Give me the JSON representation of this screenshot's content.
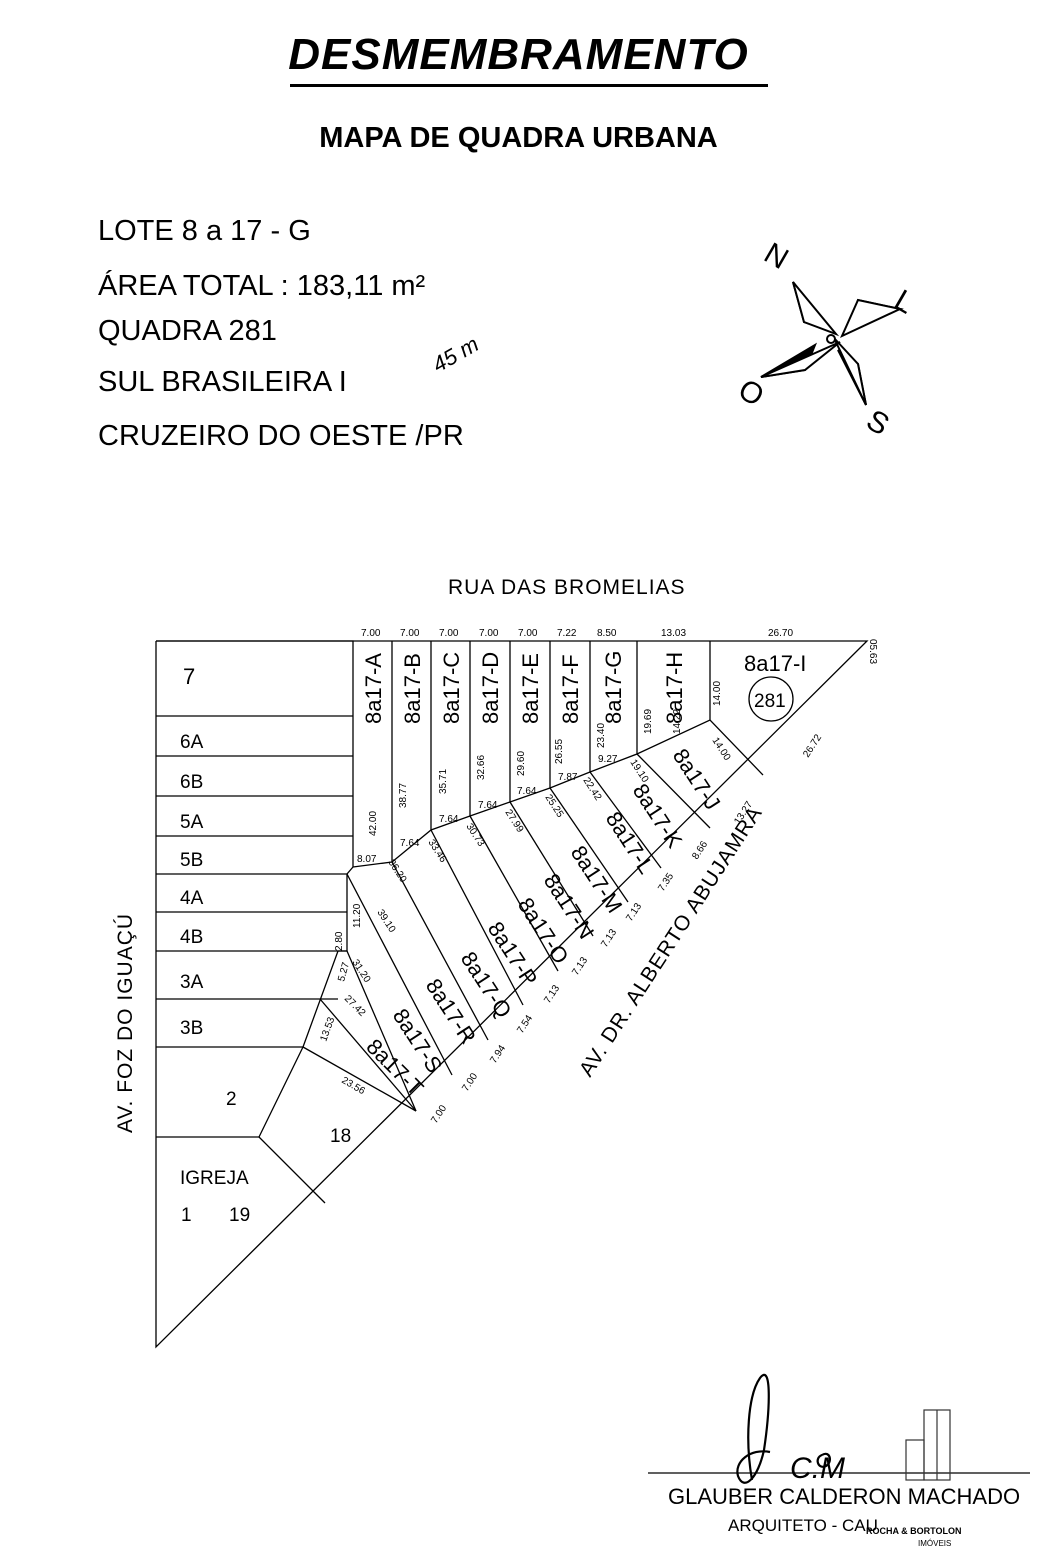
{
  "header": {
    "title": "DESMEMBRAMENTO",
    "subtitle": "MAPA DE QUADRA URBANA"
  },
  "info": {
    "lote": "LOTE  8  a 17 - G",
    "area": "ÁREA TOTAL :  183,11 m²",
    "quadra": "QUADRA 281",
    "bairro": "SUL BRASILEIRA I",
    "cidade": "CRUZEIRO DO OESTE /PR",
    "handwritten_note": "45 m"
  },
  "compass": {
    "n": "N",
    "l": "L",
    "s": "S",
    "o": "O"
  },
  "streets": {
    "top": "RUA DAS BROMELIAS",
    "left": "AV. FOZ DO IGUAÇÚ",
    "diagonal": "AV. DR. ALBERTO ABUJAMRA"
  },
  "left_lots": [
    "7",
    "6A",
    "6B",
    "5A",
    "5B",
    "4A",
    "4B",
    "3A",
    "3B",
    "2",
    "18",
    "IGREJA",
    "1",
    "19"
  ],
  "subdivided_lots": [
    "8a17-A",
    "8a17-B",
    "8a17-C",
    "8a17-D",
    "8a17-E",
    "8a17-F",
    "8a17-G",
    "8a17-H",
    "8a17-I",
    "8a17-J",
    "8a17-K",
    "8a17-L",
    "8a17-M",
    "8a17-N",
    "8a17-O",
    "8a17-P",
    "8a17-Q",
    "8a17-R",
    "8a17-S",
    "8a17-T"
  ],
  "quadra_badge": "281",
  "measurements": {
    "frontage_top": [
      "7.00",
      "7.00",
      "7.00",
      "7.00",
      "7.00",
      "7.22",
      "8.50",
      "13.03",
      "26.70",
      "05.63"
    ],
    "depths": [
      "42.00",
      "38.77",
      "35.71",
      "32.66",
      "29.60",
      "26.55",
      "23.40",
      "19.69",
      "14.00",
      "14.22",
      "14.00",
      "26.72"
    ],
    "rear_widths": [
      "8.07",
      "7.64",
      "7.64",
      "7.64",
      "7.64",
      "7.87",
      "9.27",
      "19.10",
      "22.42",
      "25.25",
      "27.99",
      "30.73",
      "33.46",
      "36.20",
      "39.10",
      "31.20",
      "27.42",
      "23.56"
    ],
    "side": [
      "11.20",
      "2.80",
      "5.27",
      "13.53"
    ],
    "frontage_diagonal": [
      "13.27",
      "8.66",
      "7.35",
      "7.13",
      "7.13",
      "7.13",
      "7.13",
      "7.54",
      "7.94",
      "7.00",
      "7.00"
    ]
  },
  "signature": {
    "initials": "C.M",
    "name": "GLAUBER CALDERON MACHADO",
    "role": "ARQUITETO - CAU",
    "stamp": "ROCHA & BORTOLON",
    "stamp_sub": "IMÓVEIS"
  }
}
